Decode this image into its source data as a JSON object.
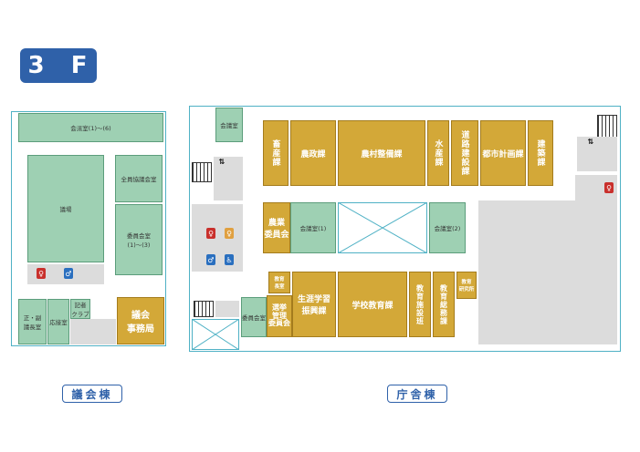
{
  "floor_label": "3 F",
  "buildings": {
    "council": "議会棟",
    "office": "庁舎棟"
  },
  "rooms": {
    "kaigishitsu_1_6": "会派室(1)〜(6)",
    "gijo": "議場",
    "zenin_kyogikai": "全員協議会室",
    "iinkai_1_3": "委員会室\n(1)〜(3)",
    "kaigishitsu_top": "会議室",
    "seifuku_gichou": "正・副\n議長室",
    "osetsu": "応接室",
    "kisha": "記者\nクラブ",
    "gikai_jimukyoku": "議会\n事務局",
    "iinkai_small": "委員会室",
    "chikusan": "畜産課",
    "nousei": "農政課",
    "nouson": "農村整備課",
    "suisan": "水産課",
    "douro": "道路建設課",
    "toshi": "都市計画課",
    "kenchiku": "建築課",
    "nougyou_iinkai": "農業\n委員会",
    "kaigi_1": "会議室(1)",
    "kaigi_2": "会議室(2)",
    "kyouiku_chou": "教育\n長室",
    "senkyo": "選挙\n管理\n委員会",
    "shougai": "生涯学習\n振興課",
    "gakkou": "学校教育課",
    "kyouiku_shisetsu": "教育施設班",
    "kyouiku_soumu": "教育総務課",
    "kyouiku_kenkyu": "教育\n研究所"
  },
  "colors": {
    "green": "#9ed0b3",
    "gold": "#d3a838",
    "blue": "#2f61a9",
    "outline": "#4fb1c5"
  }
}
